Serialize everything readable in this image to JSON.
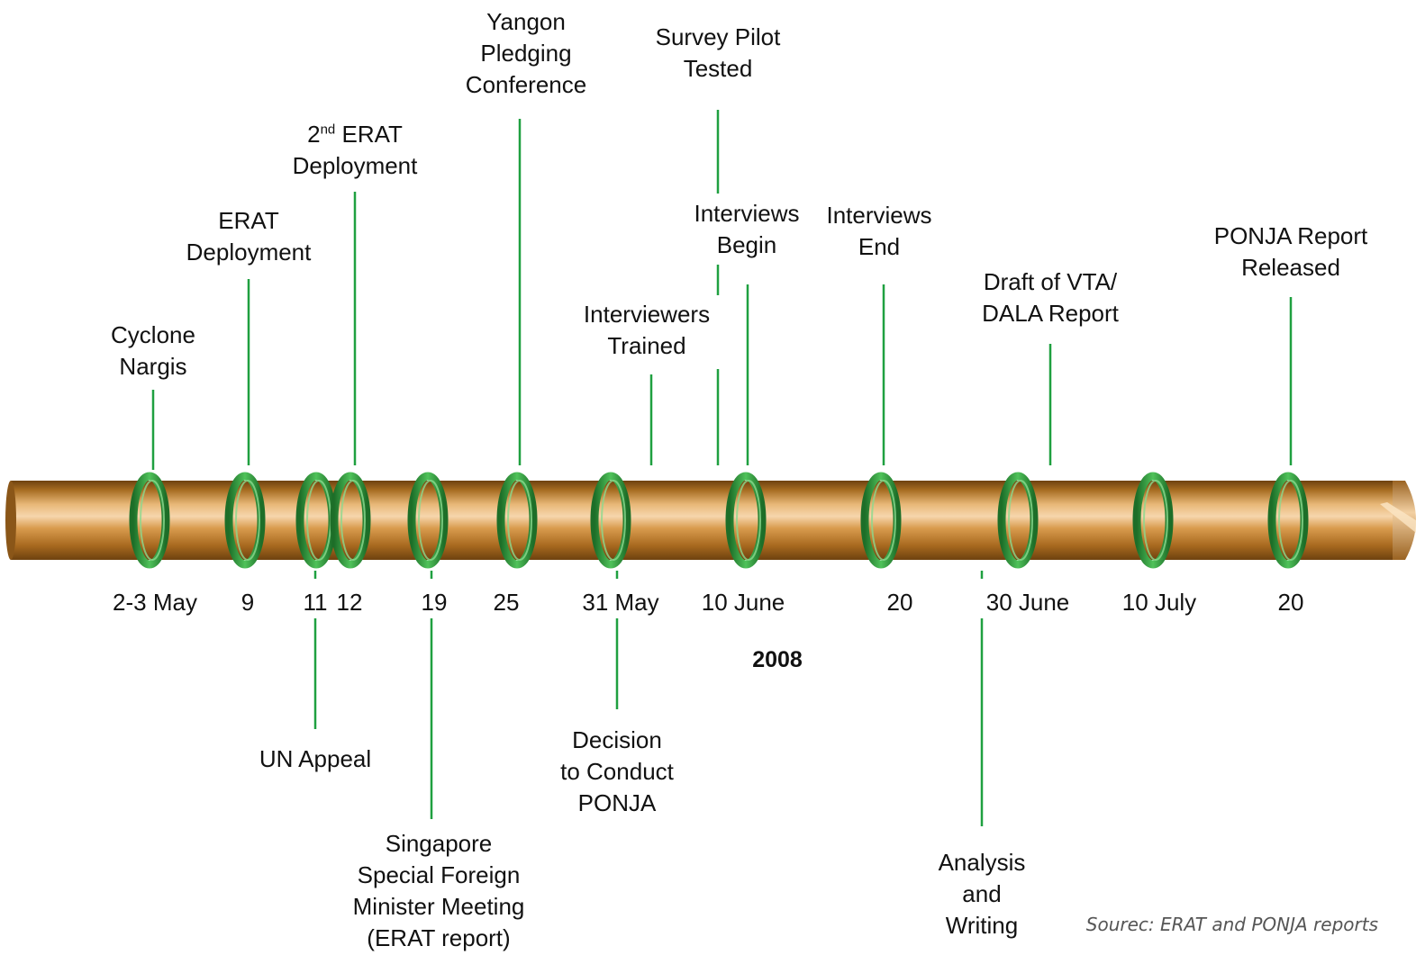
{
  "events": [
    {
      "id": "cyclone-nargis",
      "lines": [
        "Cyclone",
        "Nargis"
      ]
    },
    {
      "id": "erat-deployment",
      "lines": [
        "ERAT",
        "Deployment"
      ]
    },
    {
      "id": "second-erat",
      "ordinal": "2",
      "ordinal_sup": "nd",
      "first_line_rest": " ERAT",
      "lines": [
        "Deployment"
      ]
    },
    {
      "id": "yangon-pledging",
      "lines": [
        "Yangon",
        "Pledging",
        "Conference"
      ]
    },
    {
      "id": "survey-pilot",
      "lines": [
        "Survey Pilot",
        "Tested"
      ]
    },
    {
      "id": "interviews-begin",
      "lines": [
        "Interviews",
        "Begin"
      ]
    },
    {
      "id": "interviews-end",
      "lines": [
        "Interviews",
        "End"
      ]
    },
    {
      "id": "interviewers-trained",
      "lines": [
        "Interviewers",
        "Trained"
      ]
    },
    {
      "id": "draft-vta",
      "lines": [
        "Draft of VTA/",
        "DALA Report"
      ]
    },
    {
      "id": "ponja-released",
      "lines": [
        "PONJA Report",
        "Released"
      ]
    },
    {
      "id": "un-appeal",
      "lines": [
        "UN Appeal"
      ]
    },
    {
      "id": "singapore-meeting",
      "lines": [
        "Singapore",
        "Special Foreign",
        "Minister Meeting",
        "(ERAT report)"
      ]
    },
    {
      "id": "decision-ponja",
      "lines": [
        "Decision",
        "to Conduct",
        "PONJA"
      ]
    },
    {
      "id": "analysis-writing",
      "lines": [
        "Analysis",
        "and",
        "Writing"
      ]
    }
  ],
  "dates": [
    "2-3 May",
    "9",
    "11",
    "12",
    "19",
    "25",
    "31 May",
    "10 June",
    "20",
    "30 June",
    "10 July",
    "20"
  ],
  "year": "2008",
  "source": "Sourec: ERAT and PONJA reports",
  "colors": {
    "connector": "#1fa040",
    "ring": "#2e9e3a",
    "pipe_dark": "#7a4a12",
    "pipe_light": "#f0c890"
  }
}
